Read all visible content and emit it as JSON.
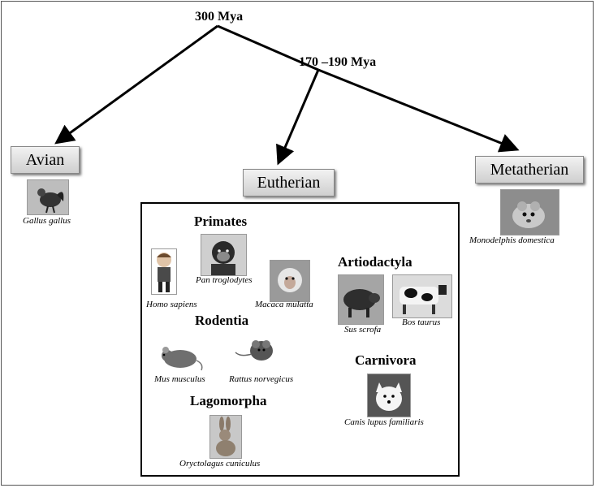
{
  "time_labels": {
    "root": "300 Mya",
    "split": "170 –190 Mya"
  },
  "groups": {
    "avian": "Avian",
    "eutherian": "Eutherian",
    "metatherian": "Metatherian"
  },
  "avian_species": "Gallus gallus",
  "metatherian_species": "Monodelphis domestica",
  "orders": {
    "primates": "Primates",
    "rodentia": "Rodentia",
    "lagomorpha": "Lagomorpha",
    "artiodactyla": "Artiodactyla",
    "carnivora": "Carnivora"
  },
  "species": {
    "pan": "Pan troglodytes",
    "homo": "Homo sapiens",
    "macaca": "Macaca mulatta",
    "mus": "Mus musculus",
    "rattus": "Rattus norvegicus",
    "oryctolagus": "Oryctolagus cuniculus",
    "sus": "Sus scrofa",
    "bos": "Bos taurus",
    "canis": "Canis lupus familiaris"
  },
  "photo_icons": {
    "gallus": "rooster-photo",
    "monodelphis": "opossum-photo",
    "pan": "chimpanzee-photo",
    "homo": "human-cartoon",
    "macaca": "macaque-photo",
    "mus": "mouse-photo",
    "rattus": "rat-photo",
    "oryctolagus": "rabbit-photo",
    "sus": "pig-photo",
    "bos": "cow-photo",
    "canis": "dog-photo"
  }
}
